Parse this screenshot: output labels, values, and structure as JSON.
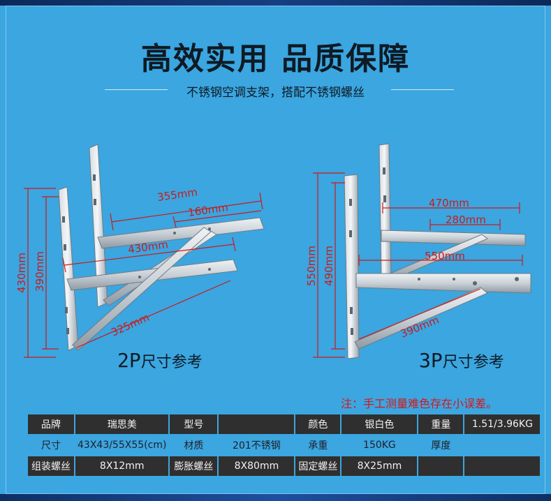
{
  "header": {
    "title": "高效实用 品质保障",
    "subtitle": "不锈钢空调支架，搭配不锈钢螺丝"
  },
  "left_product": {
    "caption_main": "2P",
    "caption_sub": "尺寸参考",
    "dims": {
      "d355": "355mm",
      "d160": "160mm",
      "d430h": "430mm",
      "d325": "325mm",
      "d430v": "430mm",
      "d390v": "390mm"
    }
  },
  "right_product": {
    "caption_main": "3P",
    "caption_sub": "尺寸参考",
    "dims": {
      "d470": "470mm",
      "d280": "280mm",
      "d550h": "550mm",
      "d390": "390mm",
      "d550v": "550mm",
      "d490v": "490mm"
    }
  },
  "note": "注：手工测量难色存在小误差。",
  "spec_table": {
    "row1": [
      "品牌",
      "瑞思美",
      "型号",
      "",
      "颜色",
      "银白色",
      "重量",
      "1.51/3.96KG"
    ],
    "row2": [
      "尺寸",
      "43X43/55X55(cm)",
      "材质",
      "201不锈钢",
      "承重",
      "150KG",
      "厚度",
      ""
    ],
    "row3": [
      "组装螺丝",
      "8X12mm",
      "膨胀螺丝",
      "8X80mm",
      "固定螺丝",
      "8X25mm",
      "",
      ""
    ]
  },
  "colors": {
    "background": "#3ba6e0",
    "dimension_red": "#cc1a1a",
    "table_dark": "#2f2f2f",
    "note_red": "#d8161b"
  }
}
